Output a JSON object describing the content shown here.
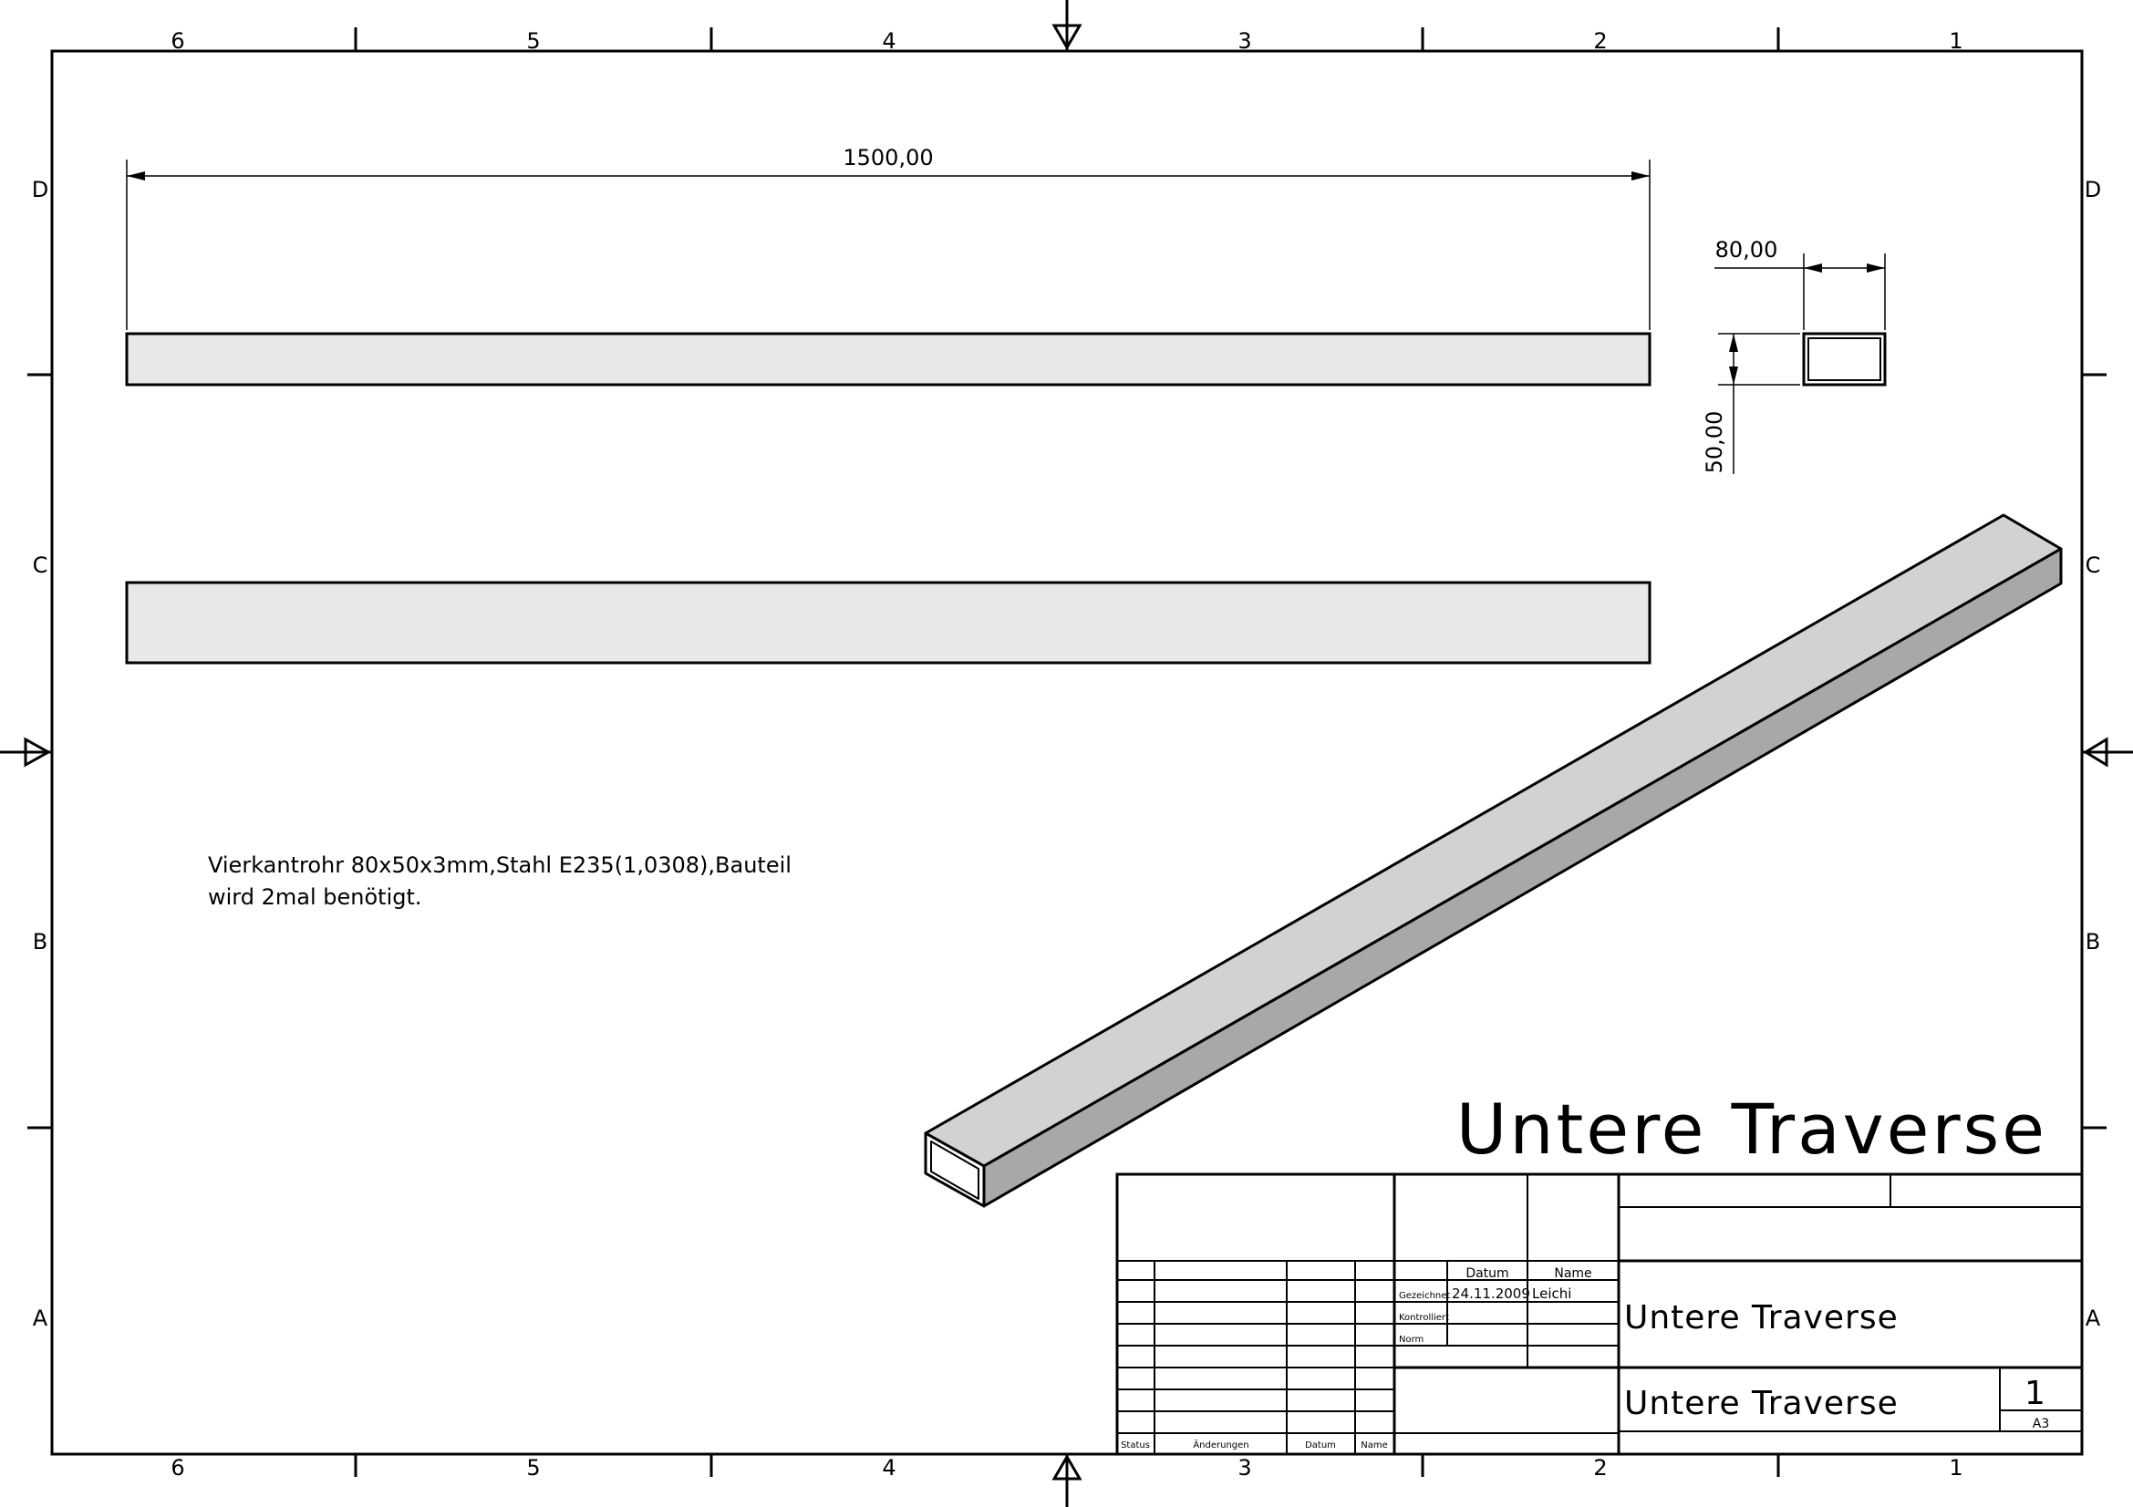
{
  "zones": {
    "columns": [
      "6",
      "5",
      "4",
      "3",
      "2",
      "1"
    ],
    "rows": [
      "D",
      "C",
      "B",
      "A"
    ]
  },
  "dimensions": {
    "length": "1500,00",
    "width": "80,00",
    "height": "50,00"
  },
  "note": {
    "line1": "Vierkantrohr 80x50x3mm,Stahl E235(1,0308),Bauteil",
    "line2": "wird 2mal benötigt."
  },
  "drawing_title": "Untere Traverse",
  "title_block": {
    "col_datum": "Datum",
    "col_name": "Name",
    "row_gezeichnet": "Gezeichnet",
    "row_kontrolliert": "Kontrolliert",
    "row_norm": "Norm",
    "gezeichnet_datum": "24.11.2009",
    "gezeichnet_name": "Leichi",
    "benennung": "Untere Traverse",
    "zeichnungsnummer": "Untere Traverse",
    "blatt": "1",
    "format": "A3",
    "rev_status": "Status",
    "rev_aenderungen": "Änderungen",
    "rev_datum": "Datum",
    "rev_name": "Name"
  },
  "colors": {
    "line": "#000000",
    "face_light": "#e8e8e8",
    "face_top": "#d2d2d2",
    "face_side": "#a8a8a8"
  }
}
